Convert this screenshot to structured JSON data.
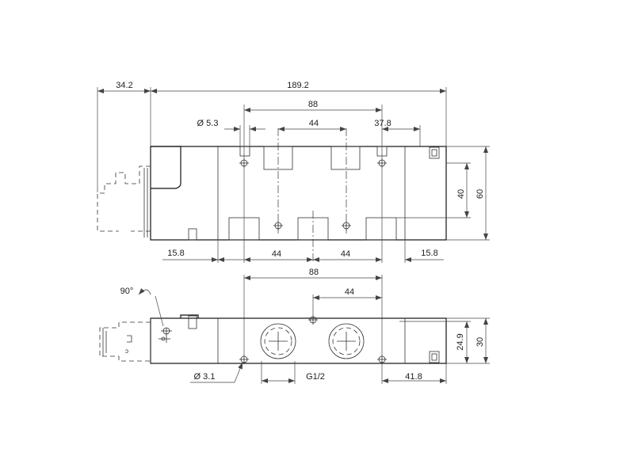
{
  "top_view": {
    "dim_solenoid": "34.2",
    "dim_total_length": "189.2",
    "dim_pilot_pitch": "88",
    "dim_hole_dia": "Ø 5.3",
    "dim_port_pitch": "44",
    "dim_hole_offset": "37.8",
    "dim_inner_height": "40",
    "dim_height": "60",
    "dim_left_margin": "15.8",
    "dim_pitch_a": "44",
    "dim_pitch_b": "44",
    "dim_right_margin": "15.8"
  },
  "front_view": {
    "rotation": "90°",
    "dim_pilot_pitch": "88",
    "dim_port_pitch": "44",
    "dim_inner_height": "24.9",
    "dim_height": "30",
    "dim_hole_dia": "Ø 3.1",
    "port_thread": "G1/2",
    "dim_end_offset": "41.8"
  }
}
